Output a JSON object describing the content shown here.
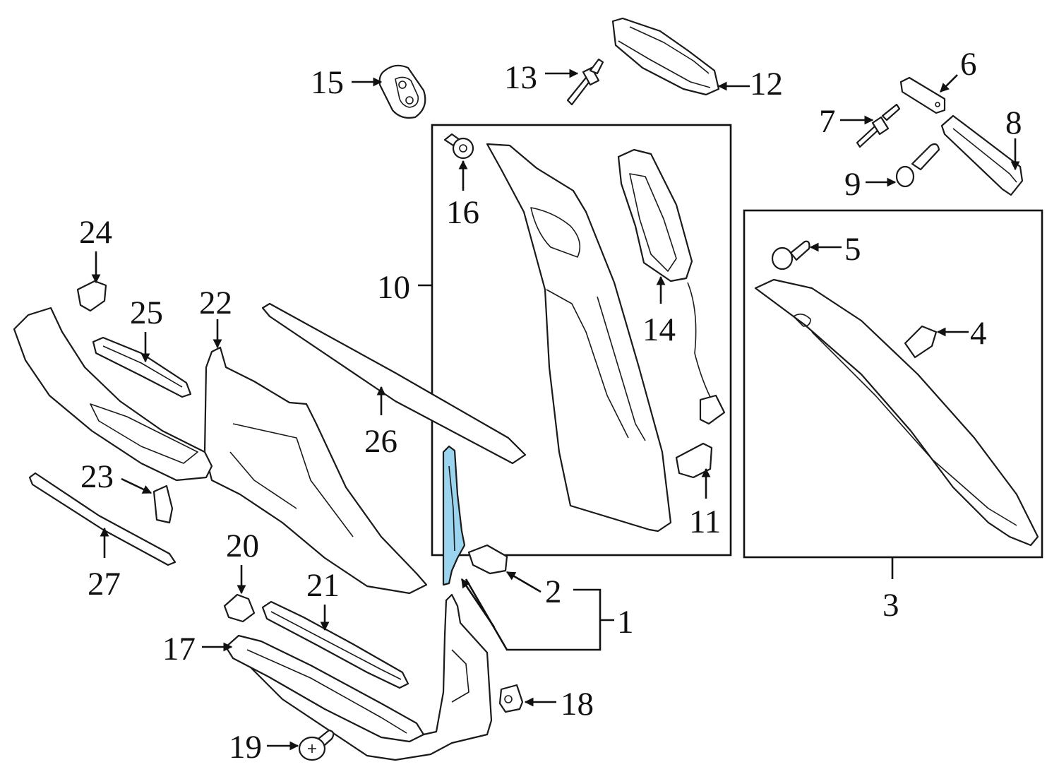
{
  "diagram": {
    "highlight_color": "#9ad4ee",
    "line_color": "#1a1a1a",
    "callouts": {
      "c1": "1",
      "c2": "2",
      "c3": "3",
      "c4": "4",
      "c5": "5",
      "c6": "6",
      "c7": "7",
      "c8": "8",
      "c9": "9",
      "c10": "10",
      "c11": "11",
      "c12": "12",
      "c13": "13",
      "c14": "14",
      "c15": "15",
      "c16": "16",
      "c17": "17",
      "c18": "18",
      "c19": "19",
      "c20": "20",
      "c21": "21",
      "c22": "22",
      "c23": "23",
      "c24": "24",
      "c25": "25",
      "c26": "26",
      "c27": "27"
    }
  }
}
